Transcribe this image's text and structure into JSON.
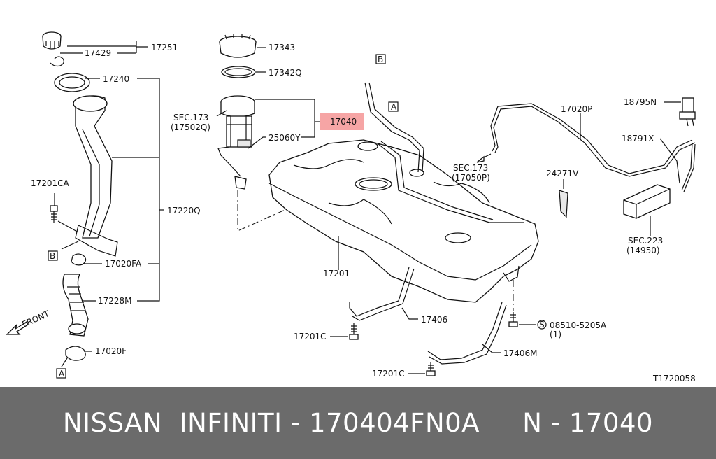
{
  "diagram": {
    "labels": {
      "p17251": "17251",
      "p17429": "17429",
      "p17240": "17240",
      "p17201ca": "17201CA",
      "p17220q": "17220Q",
      "p17020fa": "17020FA",
      "p17228m": "17228M",
      "p17020f": "17020F",
      "front": "FRONT",
      "p17343": "17343",
      "p17342q": "17342Q",
      "sec173a_1": "SEC.173",
      "sec173a_2": "(17502Q)",
      "p17040": "17040",
      "p25060y": "25060Y",
      "sec173b_1": "SEC.173",
      "sec173b_2": "(17050P)",
      "p17020p": "17020P",
      "p18795n": "18795N",
      "p18791x": "18791X",
      "p24271v": "24271V",
      "sec223_1": "SEC.223",
      "sec223_2": "(14950)",
      "p17201": "17201",
      "p17406": "17406",
      "p17406m": "17406M",
      "p17201c_1": "17201C",
      "p17201c_2": "17201C",
      "p08510": "08510-5205A",
      "p08510_qty": "(1)",
      "ref_a1": "A",
      "ref_a2": "A",
      "ref_b1": "B",
      "ref_b2": "B",
      "s_mark": "S",
      "figure_id": "T1720058"
    },
    "highlight_color": "#f6a5a5"
  },
  "banner": {
    "text": "NISSAN  INFINITI - 170404FN0A     N - 17040",
    "background": "#6b6b6b",
    "color": "#ffffff"
  }
}
